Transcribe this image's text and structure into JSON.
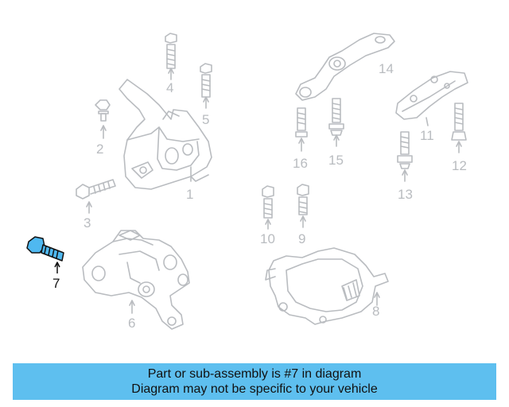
{
  "diagram": {
    "callouts": [
      {
        "id": "1",
        "label": "1"
      },
      {
        "id": "2",
        "label": "2"
      },
      {
        "id": "3",
        "label": "3"
      },
      {
        "id": "4",
        "label": "4"
      },
      {
        "id": "5",
        "label": "5"
      },
      {
        "id": "6",
        "label": "6"
      },
      {
        "id": "7",
        "label": "7",
        "highlighted": true
      },
      {
        "id": "8",
        "label": "8"
      },
      {
        "id": "9",
        "label": "9"
      },
      {
        "id": "10",
        "label": "10"
      },
      {
        "id": "11",
        "label": "11"
      },
      {
        "id": "12",
        "label": "12"
      },
      {
        "id": "13",
        "label": "13"
      },
      {
        "id": "14",
        "label": "14"
      },
      {
        "id": "15",
        "label": "15"
      },
      {
        "id": "16",
        "label": "16"
      }
    ]
  },
  "banner": {
    "line1": "Part or sub-assembly is #7 in diagram",
    "line2": "Diagram may not be specific to your vehicle"
  },
  "colors": {
    "part_outline": "#b9bcc0",
    "highlight_fill": "#4fb8f0",
    "highlight_outline": "#111111",
    "banner_bg": "#5ebfef"
  }
}
